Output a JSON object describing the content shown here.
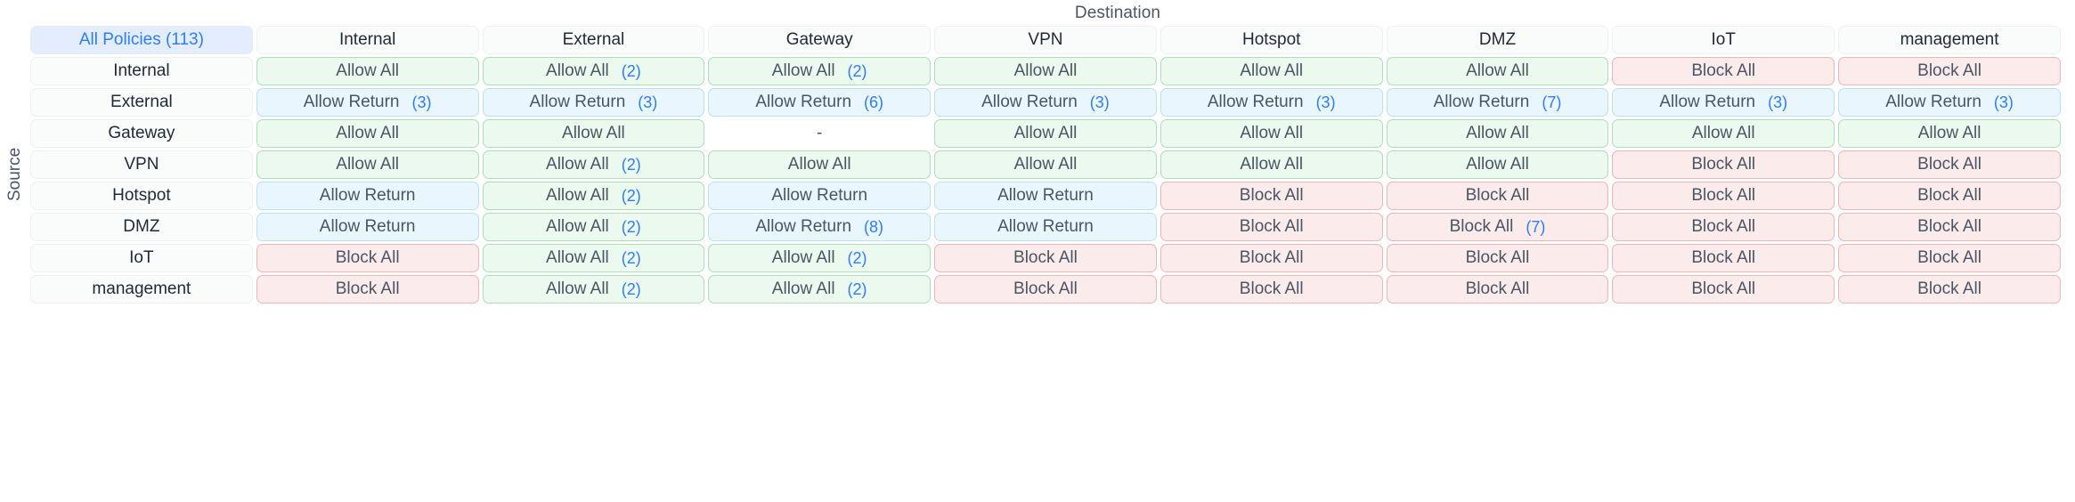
{
  "axis": {
    "destination_label": "Destination",
    "source_label": "Source"
  },
  "corner": {
    "label": "All Policies (113)",
    "total_policies": 113
  },
  "colors": {
    "accent": "#2e7dfa",
    "allow_bg": "#ecf9ee",
    "allow_border": "#aeddb8",
    "return_bg": "#eaf6fe",
    "return_border": "#bbdffb",
    "block_bg": "#fbebeb",
    "block_border": "#ecb6b6",
    "header_bg": "#fafbfb",
    "corner_bg": "#e4edfd",
    "text": "#4b5563"
  },
  "columns": [
    "Internal",
    "External",
    "Gateway",
    "VPN",
    "Hotspot",
    "DMZ",
    "IoT",
    "management"
  ],
  "rows": [
    "Internal",
    "External",
    "Gateway",
    "VPN",
    "Hotspot",
    "DMZ",
    "IoT",
    "management"
  ],
  "legend_values": {
    "allow": "Allow All",
    "return": "Allow Return",
    "block": "Block All",
    "empty": "-"
  },
  "matrix": [
    {
      "source": "Internal",
      "cells": [
        {
          "label": "Allow All",
          "count": "",
          "kind": "allow"
        },
        {
          "label": "Allow All",
          "count": "(2)",
          "kind": "allow"
        },
        {
          "label": "Allow All",
          "count": "(2)",
          "kind": "allow"
        },
        {
          "label": "Allow All",
          "count": "",
          "kind": "allow"
        },
        {
          "label": "Allow All",
          "count": "",
          "kind": "allow"
        },
        {
          "label": "Allow All",
          "count": "",
          "kind": "allow"
        },
        {
          "label": "Block All",
          "count": "",
          "kind": "block"
        },
        {
          "label": "Block All",
          "count": "",
          "kind": "block"
        }
      ]
    },
    {
      "source": "External",
      "cells": [
        {
          "label": "Allow Return",
          "count": "(3)",
          "kind": "return"
        },
        {
          "label": "Allow Return",
          "count": "(3)",
          "kind": "return"
        },
        {
          "label": "Allow Return",
          "count": "(6)",
          "kind": "return"
        },
        {
          "label": "Allow Return",
          "count": "(3)",
          "kind": "return"
        },
        {
          "label": "Allow Return",
          "count": "(3)",
          "kind": "return"
        },
        {
          "label": "Allow Return",
          "count": "(7)",
          "kind": "return"
        },
        {
          "label": "Allow Return",
          "count": "(3)",
          "kind": "return"
        },
        {
          "label": "Allow Return",
          "count": "(3)",
          "kind": "return"
        }
      ]
    },
    {
      "source": "Gateway",
      "cells": [
        {
          "label": "Allow All",
          "count": "",
          "kind": "allow"
        },
        {
          "label": "Allow All",
          "count": "",
          "kind": "allow"
        },
        {
          "label": "-",
          "count": "",
          "kind": "none"
        },
        {
          "label": "Allow All",
          "count": "",
          "kind": "allow"
        },
        {
          "label": "Allow All",
          "count": "",
          "kind": "allow"
        },
        {
          "label": "Allow All",
          "count": "",
          "kind": "allow"
        },
        {
          "label": "Allow All",
          "count": "",
          "kind": "allow"
        },
        {
          "label": "Allow All",
          "count": "",
          "kind": "allow"
        }
      ]
    },
    {
      "source": "VPN",
      "cells": [
        {
          "label": "Allow All",
          "count": "",
          "kind": "allow"
        },
        {
          "label": "Allow All",
          "count": "(2)",
          "kind": "allow"
        },
        {
          "label": "Allow All",
          "count": "",
          "kind": "allow"
        },
        {
          "label": "Allow All",
          "count": "",
          "kind": "allow"
        },
        {
          "label": "Allow All",
          "count": "",
          "kind": "allow"
        },
        {
          "label": "Allow All",
          "count": "",
          "kind": "allow"
        },
        {
          "label": "Block All",
          "count": "",
          "kind": "block"
        },
        {
          "label": "Block All",
          "count": "",
          "kind": "block"
        }
      ]
    },
    {
      "source": "Hotspot",
      "cells": [
        {
          "label": "Allow Return",
          "count": "",
          "kind": "return"
        },
        {
          "label": "Allow All",
          "count": "(2)",
          "kind": "allow"
        },
        {
          "label": "Allow Return",
          "count": "",
          "kind": "return"
        },
        {
          "label": "Allow Return",
          "count": "",
          "kind": "return"
        },
        {
          "label": "Block All",
          "count": "",
          "kind": "block"
        },
        {
          "label": "Block All",
          "count": "",
          "kind": "block"
        },
        {
          "label": "Block All",
          "count": "",
          "kind": "block"
        },
        {
          "label": "Block All",
          "count": "",
          "kind": "block"
        }
      ]
    },
    {
      "source": "DMZ",
      "cells": [
        {
          "label": "Allow Return",
          "count": "",
          "kind": "return"
        },
        {
          "label": "Allow All",
          "count": "(2)",
          "kind": "allow"
        },
        {
          "label": "Allow Return",
          "count": "(8)",
          "kind": "return"
        },
        {
          "label": "Allow Return",
          "count": "",
          "kind": "return"
        },
        {
          "label": "Block All",
          "count": "",
          "kind": "block"
        },
        {
          "label": "Block All",
          "count": "(7)",
          "kind": "block"
        },
        {
          "label": "Block All",
          "count": "",
          "kind": "block"
        },
        {
          "label": "Block All",
          "count": "",
          "kind": "block"
        }
      ]
    },
    {
      "source": "IoT",
      "cells": [
        {
          "label": "Block All",
          "count": "",
          "kind": "block"
        },
        {
          "label": "Allow All",
          "count": "(2)",
          "kind": "allow"
        },
        {
          "label": "Allow All",
          "count": "(2)",
          "kind": "allow"
        },
        {
          "label": "Block All",
          "count": "",
          "kind": "block"
        },
        {
          "label": "Block All",
          "count": "",
          "kind": "block"
        },
        {
          "label": "Block All",
          "count": "",
          "kind": "block"
        },
        {
          "label": "Block All",
          "count": "",
          "kind": "block"
        },
        {
          "label": "Block All",
          "count": "",
          "kind": "block"
        }
      ]
    },
    {
      "source": "management",
      "cells": [
        {
          "label": "Block All",
          "count": "",
          "kind": "block"
        },
        {
          "label": "Allow All",
          "count": "(2)",
          "kind": "allow"
        },
        {
          "label": "Allow All",
          "count": "(2)",
          "kind": "allow"
        },
        {
          "label": "Block All",
          "count": "",
          "kind": "block"
        },
        {
          "label": "Block All",
          "count": "",
          "kind": "block"
        },
        {
          "label": "Block All",
          "count": "",
          "kind": "block"
        },
        {
          "label": "Block All",
          "count": "",
          "kind": "block"
        },
        {
          "label": "Block All",
          "count": "",
          "kind": "block"
        }
      ]
    }
  ]
}
